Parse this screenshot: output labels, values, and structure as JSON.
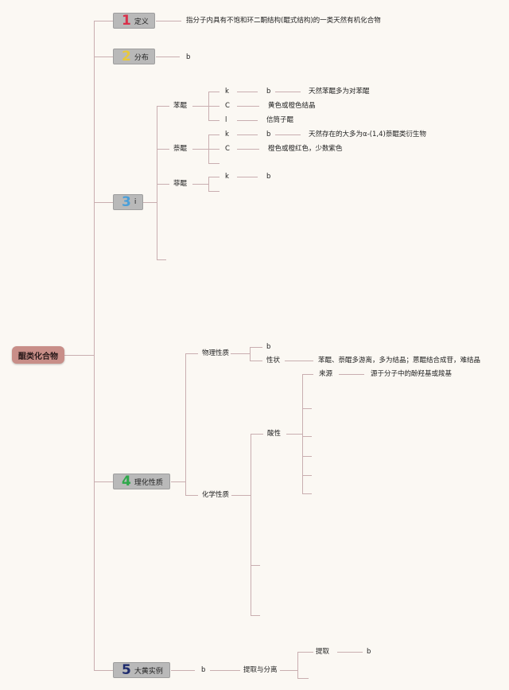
{
  "root": {
    "label": "醌类化合物"
  },
  "sections": [
    {
      "num": "1",
      "label": "定义",
      "num_color": "#d9304a"
    },
    {
      "num": "2",
      "label": "分布",
      "num_color": "#e9c93a"
    },
    {
      "num": "3",
      "label": "i",
      "num_color": "#4a9fd9"
    },
    {
      "num": "4",
      "label": "理化性质",
      "num_color": "#2ea84a"
    },
    {
      "num": "5",
      "label": "大黄实例",
      "num_color": "#1f2c6e"
    }
  ],
  "definition": "指分子内具有不饱和环二酮结构(醌式结构)的一类天然有机化合物",
  "distribution": "b",
  "types": {
    "benzo": {
      "label": "苯醌",
      "k": "k",
      "k_b": "b",
      "k_desc": "天然苯醌多为对苯醌",
      "c": "C",
      "c_desc": "黄色或橙色结晶",
      "l": "l",
      "l_desc": "信筒子醌"
    },
    "naphtho": {
      "label": "萘醌",
      "k": "k",
      "k_b": "b",
      "k_desc": "天然存在的大多为α-(1,4)萘醌类衍生物",
      "c": "C",
      "c_desc": "橙色或橙红色，少数紫色"
    },
    "phenanthro": {
      "label": "菲醌",
      "k": "k",
      "k_b": "b"
    }
  },
  "physchem": {
    "physical": {
      "label": "物理性质",
      "b": "b",
      "shape": "性状",
      "shape_desc": "苯醌、萘醌多游离，多为结晶；蒽醌结合成苷，难结晶"
    },
    "chemical": {
      "label": "化学性质",
      "acidity": "酸性",
      "source": "来源",
      "source_desc": "源于分子中的酚羟基或羧基"
    }
  },
  "rhubarb": {
    "b": "b",
    "extract_sep": "提取与分离",
    "extract": "提取",
    "extract_b": "b"
  }
}
